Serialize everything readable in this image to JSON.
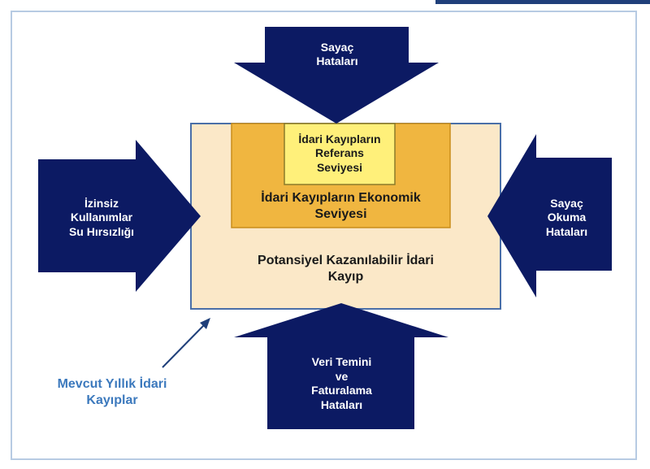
{
  "diagram": {
    "arrows": {
      "top": {
        "text": "Sayaç\nHataları"
      },
      "left": {
        "text": "İzinsiz\nKullanımlar\nSu Hırsızlığı"
      },
      "right": {
        "text": "Sayaç\nOkuma\nHataları"
      },
      "bottom": {
        "text": "Veri Temini\nve\nFaturalama\nHataları"
      }
    },
    "boxes": {
      "reference": {
        "text": "İdari Kayıpların\nReferans\nSeviyesi"
      },
      "economic": {
        "text": "İdari Kayıpların Ekonomik\nSeviyesi"
      },
      "potential": {
        "text": "Potansiyel Kazanılabilir İdari\nKayıp"
      }
    },
    "annotation": {
      "text": "Mevcut Yıllık İdari\nKayıplar"
    },
    "colors": {
      "arrow_fill": "#0c1a63",
      "outer_box": "#fbe8c8",
      "outer_border": "#4a6fa8",
      "middle_box": "#f0b640",
      "inner_box": "#fff07a",
      "annotation": "#3c79bd"
    }
  }
}
